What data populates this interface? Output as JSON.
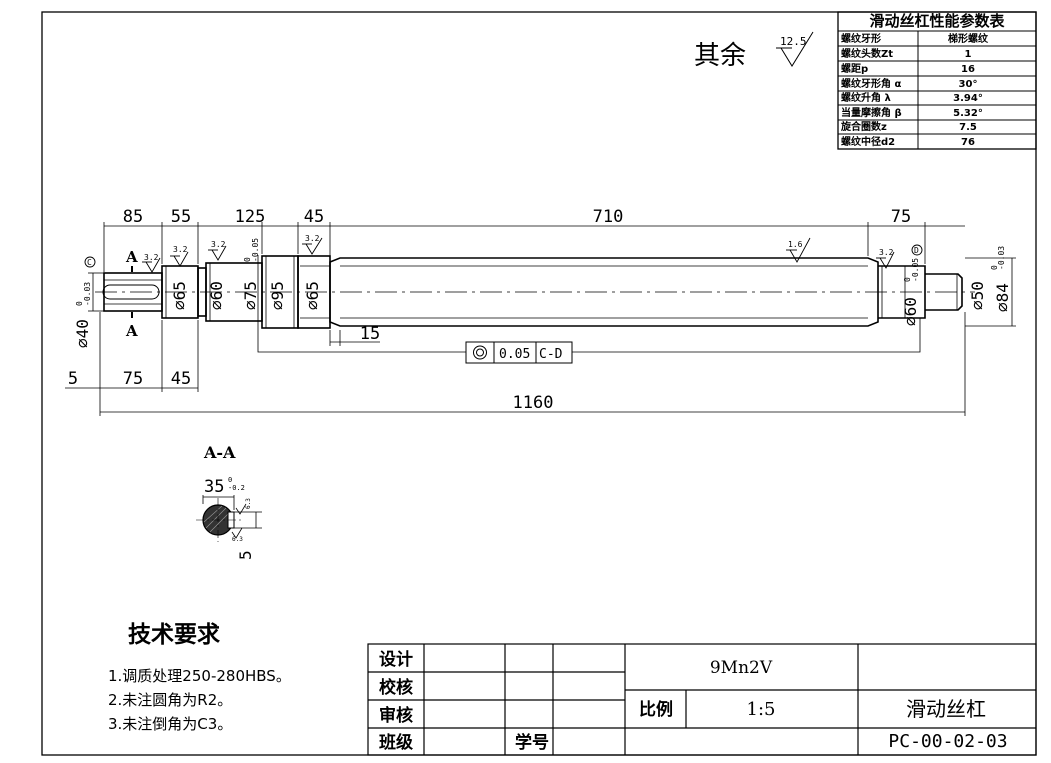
{
  "title_block": {
    "designer_label": "设计",
    "checker_label": "校核",
    "reviewer_label": "审核",
    "class_label": "班级",
    "student_no_label": "学号",
    "material": "9Mn2V",
    "scale_label": "比例",
    "scale_value": "1:5",
    "part_name": "滑动丝杠",
    "drawing_no": "PC-00-02-03"
  },
  "params_table": {
    "title": "滑动丝杠性能参数表",
    "rows": [
      {
        "name": "螺纹牙形",
        "value": "梯形螺纹"
      },
      {
        "name": "螺纹头数Zt",
        "value": "1"
      },
      {
        "name": "螺距p",
        "value": "16"
      },
      {
        "name": "螺纹牙形角 α",
        "value": "30°"
      },
      {
        "name": "螺纹升角 λ",
        "value": "3.94°"
      },
      {
        "name": "当量摩擦角 β",
        "value": "5.32°"
      },
      {
        "name": "旋合圈数z",
        "value": "7.5"
      },
      {
        "name": "螺纹中径d2",
        "value": "76"
      }
    ]
  },
  "general_finish": {
    "label": "其余",
    "roughness": "12.5"
  },
  "tech_requirements": {
    "title": "技术要求",
    "items": [
      "1.调质处理250-280HBS。",
      "2.未注圆角为R2。",
      "3.未注倒角为C3。"
    ]
  },
  "dimensions": {
    "top": [
      "85",
      "55",
      "125",
      "45",
      "710",
      "75"
    ],
    "bottom": [
      "5",
      "75",
      "45"
    ],
    "overall": "1160",
    "step": "15",
    "diameters": [
      "⌀65",
      "⌀60",
      "⌀75",
      "⌀95",
      "⌀65",
      "⌀60",
      "⌀50"
    ],
    "dia40": "⌀40",
    "dia40_tol": [
      "0",
      "-0.03"
    ],
    "dia75_tol": [
      "0",
      "-0.05"
    ],
    "dia60_tol": [
      "0",
      "-0.05"
    ],
    "dia84": "⌀84",
    "dia84_tol": [
      "0",
      "-0.03"
    ],
    "roughness_values": [
      "3.2",
      "3.2",
      "3.2",
      "3.2",
      "1.6",
      "3.2"
    ],
    "datum_c": "C",
    "datum_d": "D"
  },
  "tolerance_frame": {
    "value": "0.05",
    "datums": "C-D"
  },
  "section": {
    "label": "A-A",
    "cut_label": "A",
    "key_width": "35",
    "key_width_tol": [
      "0",
      "-0.2"
    ],
    "key_depth": "5",
    "roughness_a": "6.3",
    "roughness_b": "6.3"
  }
}
